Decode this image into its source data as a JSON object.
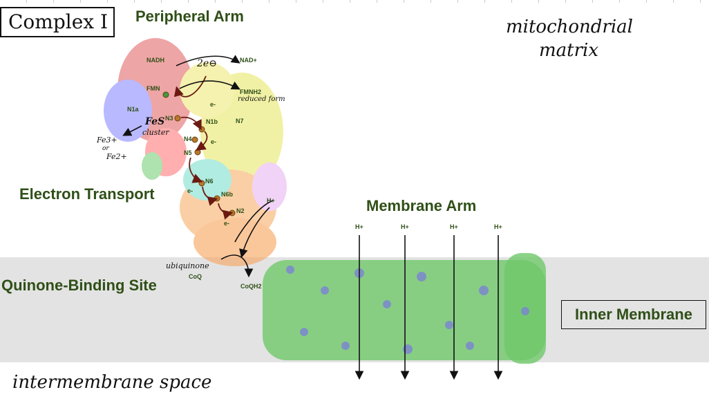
{
  "titles": {
    "complex": "Complex I",
    "peripheral_arm": "Peripheral Arm",
    "electron_transport": "Electron Transport",
    "membrane_arm": "Membrane Arm",
    "quinone_site": "Quinone-Binding Site",
    "inner_membrane": "Inner Membrane"
  },
  "handwriting": {
    "matrix_line1": "mitochondrial",
    "matrix_line2": "matrix",
    "intermembrane": "intermembrane space",
    "two_electrons": "2e⊖",
    "reduced_form": "reduced form",
    "fes_cluster_1": "FeS",
    "fes_cluster_2": "cluster",
    "fe3": "Fe3+",
    "or": "or",
    "fe2": "Fe2+",
    "ubiquinone": "ubiquinone"
  },
  "labels": {
    "nadh": "NADH",
    "nad": "NAD+",
    "fmn": "FMN",
    "fmnh2": "FMNH2",
    "n1a": "N1a",
    "n3": "N3",
    "n1b": "N1b",
    "n7": "N7",
    "n4": "N4",
    "n5": "N5",
    "n6": "N6",
    "n6b": "N6b",
    "n2": "N2",
    "coq": "CoQ",
    "coqh2": "CoQH2",
    "electron": "e-",
    "proton": "H+"
  },
  "colors": {
    "title_green": "#2f4f17",
    "membrane_band": "#e3e3e3",
    "arrow_darkred": "#6b1a12"
  }
}
